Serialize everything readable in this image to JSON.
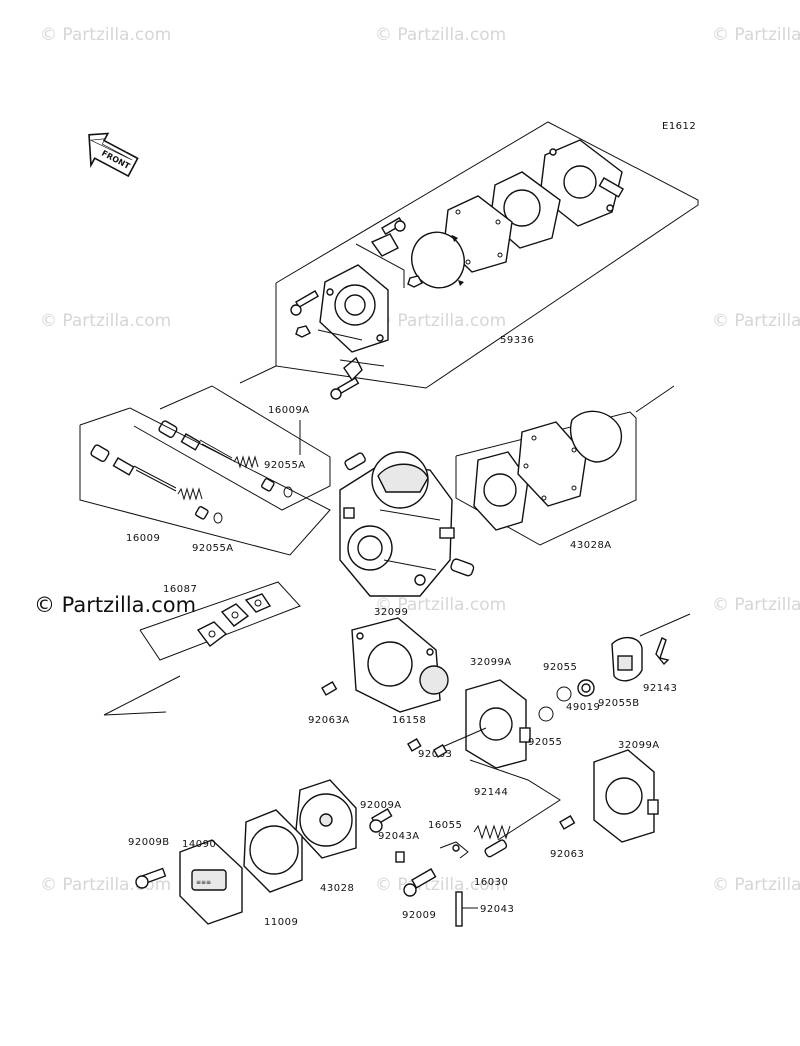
{
  "figure_code": "E1612",
  "front_marker": "FRONT",
  "watermark": {
    "text": "© Partzilla.com",
    "main_text": "© Partzilla.com"
  },
  "part_numbers": {
    "p59336": "59336",
    "p16009A": "16009A",
    "p92055A_1": "92055A",
    "p16009": "16009",
    "p92055A_2": "92055A",
    "p43028A": "43028A",
    "p16087": "16087",
    "p32099": "32099",
    "p32099A_1": "32099A",
    "p92055_1": "92055",
    "p49019": "49019",
    "p92055B": "92055B",
    "p92143": "92143",
    "p92063A": "92063A",
    "p16158": "16158",
    "p92055_2": "92055",
    "p92063_1": "92063",
    "p32099A_2": "32099A",
    "p92009A": "92009A",
    "p92144": "92144",
    "p14090": "14090",
    "p92009B": "92009B",
    "p92043A": "92043A",
    "p16055": "16055",
    "p43028": "43028",
    "p11009": "11009",
    "p16030": "16030",
    "p92009": "92009",
    "p92043": "92043",
    "p92063_2": "92063"
  }
}
